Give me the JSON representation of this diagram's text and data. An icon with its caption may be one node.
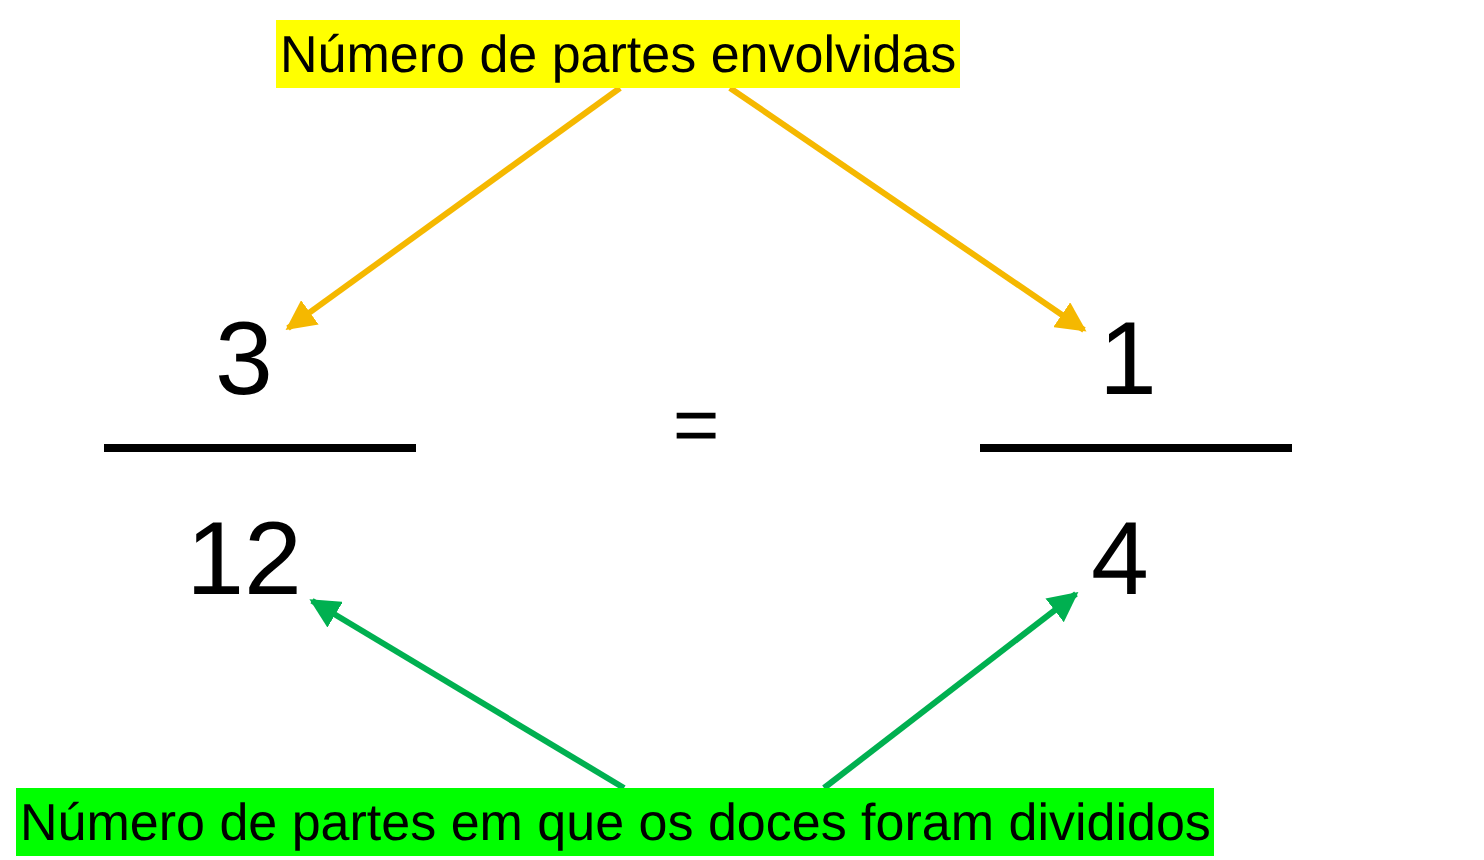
{
  "diagram": {
    "nodes": [
      {
        "text": [
          "Número de partes envolvidas"
        ]
      },
      {
        "text": [
          "3"
        ]
      },
      {
        "text": [
          "12"
        ]
      },
      {
        "text": [
          "1"
        ]
      },
      {
        "text": [
          "4"
        ]
      },
      {
        "text": [
          "Número de partes em que os doces foram divididos"
        ]
      }
    ],
    "edges": [
      {
        "from": 0,
        "to": 1,
        "arrow": "to",
        "color": "#f5b800"
      },
      {
        "from": 0,
        "to": 3,
        "arrow": "to",
        "color": "#f5b800"
      },
      {
        "from": 5,
        "to": 2,
        "arrow": "to",
        "color": "#00b050"
      },
      {
        "from": 5,
        "to": 4,
        "arrow": "to",
        "color": "#00b050"
      }
    ],
    "labels": [
      "="
    ]
  }
}
